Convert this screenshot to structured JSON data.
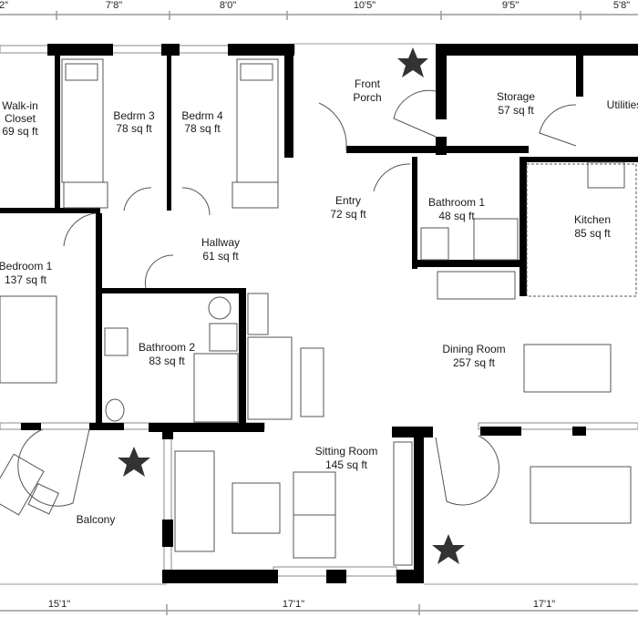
{
  "dimensions": {
    "top": [
      "2\"",
      "7'8\"",
      "8'0\"",
      "10'5\"",
      "9'5\"",
      "5'8\""
    ],
    "bottom": [
      "15'1\"",
      "17'1\"",
      "17'1\""
    ]
  },
  "rooms": {
    "walkin_closet": {
      "name1": "Walk-in",
      "name2": "Closet",
      "area": "69 sq ft"
    },
    "bedroom3": {
      "name": "Bedrm 3",
      "area": "78 sq ft"
    },
    "bedroom4": {
      "name": "Bedrm 4",
      "area": "78 sq ft"
    },
    "front_porch": {
      "name1": "Front",
      "name2": "Porch"
    },
    "storage": {
      "name": "Storage",
      "area": "57 sq ft"
    },
    "utilities": {
      "name": "Utilities"
    },
    "entry": {
      "name": "Entry",
      "area": "72 sq ft"
    },
    "bathroom1": {
      "name": "Bathroom 1",
      "area": "48 sq ft"
    },
    "kitchen": {
      "name": "Kitchen",
      "area": "85 sq ft"
    },
    "hallway": {
      "name": "Hallway",
      "area": "61 sq ft"
    },
    "bedroom1": {
      "name": "Bedroom 1",
      "area": "137 sq ft"
    },
    "bathroom2": {
      "name": "Bathroom 2",
      "area": "83 sq ft"
    },
    "dining_room": {
      "name": "Dining Room",
      "area": "257 sq ft"
    },
    "sitting_room": {
      "name": "Sitting Room",
      "area": "145 sq ft"
    },
    "balcony": {
      "name": "Balcony"
    }
  }
}
